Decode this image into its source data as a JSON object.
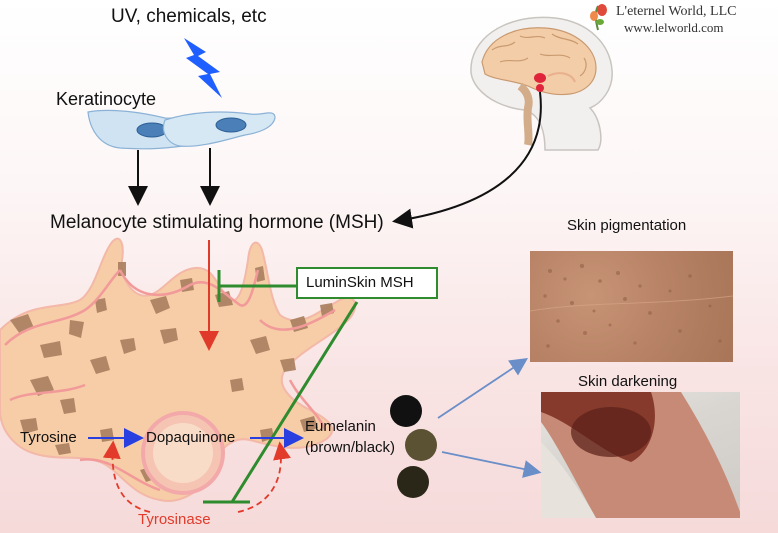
{
  "brand": {
    "name": "L'eternel World, LLC",
    "url": "www.lelworld.com",
    "logo_icon": "flower-logo-icon"
  },
  "labels": {
    "uv": "UV, chemicals, etc",
    "keratinocyte": "Keratinocyte",
    "msh": "Melanocyte stimulating hormone (MSH)",
    "luminskin": "LuminSkin MSH",
    "tyrosine": "Tyrosine",
    "dopaquinone": "Dopaquinone",
    "eumelanin": "Eumelanin",
    "eumelanin_sub": "(brown/black)",
    "tyrosinase": "Tyrosinase",
    "skin_pigmentation": "Skin pigmentation",
    "skin_darkening": "Skin darkening"
  },
  "colors": {
    "inhibitor_green": "#2e8b2e",
    "msh_arrow_red": "#e03a2a",
    "reaction_blue": "#2a3fe0",
    "tyrosinase_red": "#e23b2b",
    "melanin_black": "#111111",
    "melanin_olive": "#5a5232",
    "melanin_dark": "#2a2718"
  },
  "icons": [
    "lightning-icon",
    "brain-icon",
    "melanocyte-cell-icon",
    "keratinocyte-cell-icon"
  ]
}
